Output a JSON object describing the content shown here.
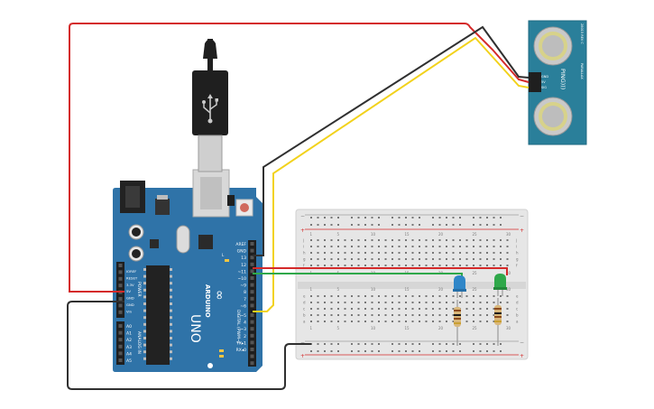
{
  "colors": {
    "background": "#ffffff",
    "arduino_board": "#2f73a8",
    "arduino_board_dark": "#245e8c",
    "breadboard": "#e6e6e6",
    "sensor_board": "#2a7f9a",
    "wire_red": "#d42a2a",
    "wire_black": "#303030",
    "wire_yellow": "#f2d21c",
    "wire_green": "#2fa84a",
    "led_blue": "#2f86c8",
    "led_green": "#2fa84a",
    "usb_cable": "#1f1f1f"
  },
  "icons": {
    "usb": "usb-icon",
    "arduino_logo": "arduino-infinity-logo-icon"
  },
  "arduino": {
    "brand": "ARDUINO",
    "model": "UNO",
    "digital_label": "DIGITAL (PWM~)",
    "power_label": "POWER",
    "analog_label": "ANALOG IN",
    "pin_labels_right": [
      "AREF",
      "GND",
      "13",
      "12",
      "~11",
      "~10",
      "~9",
      "8",
      "7",
      "~6",
      "~5",
      "4",
      "~3",
      "2",
      "TX▸1",
      "RX◂0"
    ],
    "pin_labels_power": [
      "IOREF",
      "RESET",
      "3.3V",
      "5V",
      "GND",
      "GND",
      "Vin"
    ],
    "pin_labels_analog": [
      "A0",
      "A1",
      "A2",
      "A3",
      "A4",
      "A5"
    ],
    "led_labels": [
      "L",
      "TX",
      "RX"
    ],
    "on_label": "ON"
  },
  "sensor": {
    "name": "PING)))",
    "pins": [
      "GND",
      "5V",
      "SIG"
    ],
    "brand": "PARALLAX",
    "side_text": "28015 REV C"
  },
  "breadboard": {
    "row_letters_top": [
      "j",
      "i",
      "h",
      "g",
      "f"
    ],
    "row_letters_bottom": [
      "e",
      "d",
      "c",
      "b",
      "a"
    ],
    "column_numbers": [
      "1",
      "5",
      "10",
      "15",
      "20",
      "25",
      "30"
    ],
    "rail_plus": "+",
    "rail_minus": "−"
  }
}
